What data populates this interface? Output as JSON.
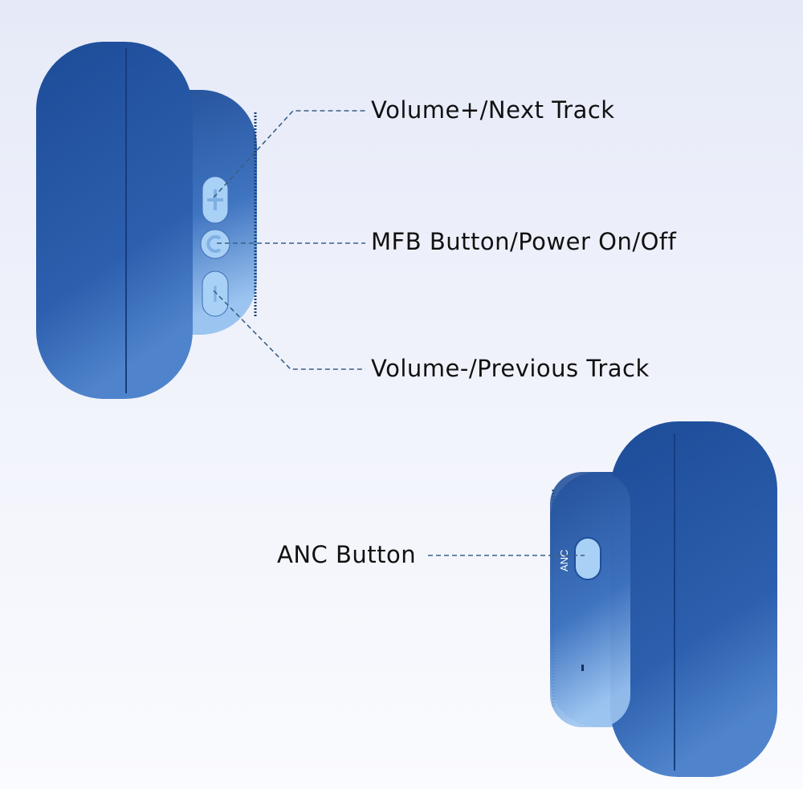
{
  "labels": {
    "volume_up": "Volume+/Next Track",
    "mfb": "MFB Button/Power On/Off",
    "volume_down": "Volume-/Previous Track",
    "anc": "ANC Button"
  },
  "button_markings": {
    "anc_text": "ANC"
  },
  "colors": {
    "earcup_dark": "#1f4f9a",
    "earcup_light": "#8fb8ec",
    "button": "#a9d0f5",
    "leader_line": "#3a5f86"
  }
}
